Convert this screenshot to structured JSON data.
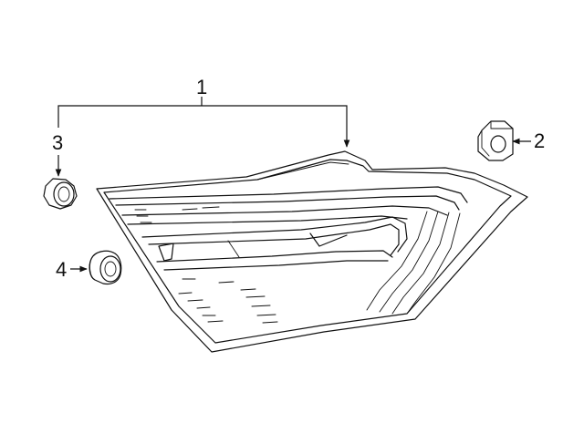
{
  "diagram": {
    "callouts": [
      {
        "id": "lamp-assembly",
        "number": "1"
      },
      {
        "id": "socket-bulb",
        "number": "2"
      },
      {
        "id": "nut",
        "number": "3"
      },
      {
        "id": "grommet",
        "number": "4"
      }
    ]
  }
}
